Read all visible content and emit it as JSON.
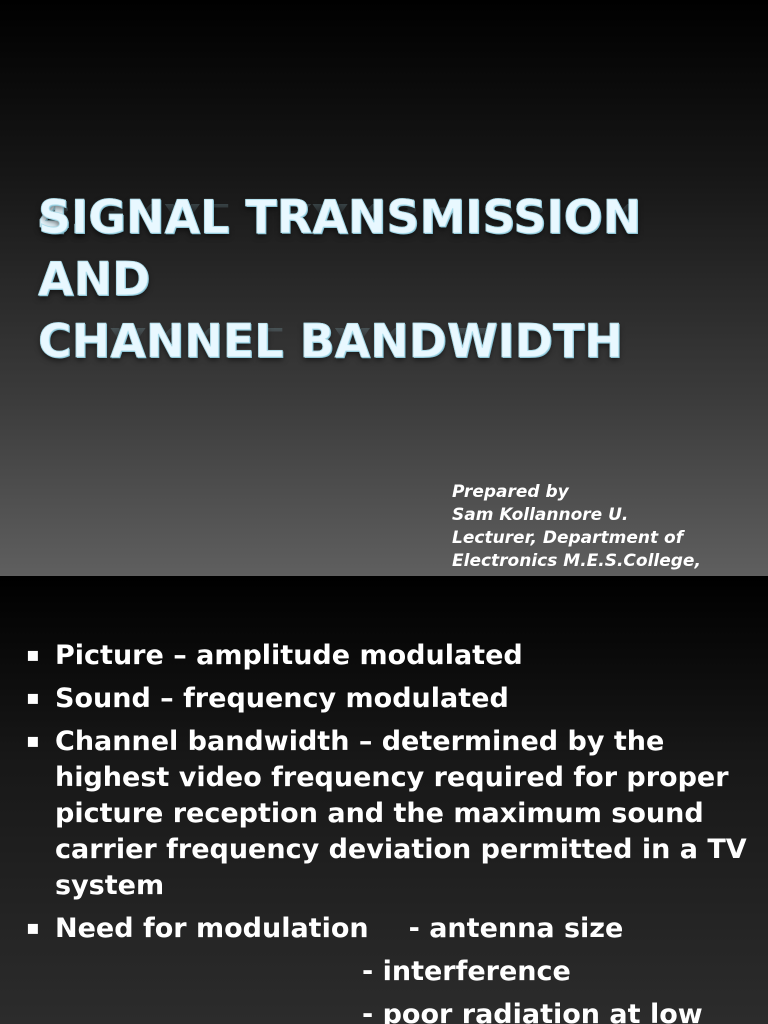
{
  "slide1": {
    "title_number": "4.",
    "title_lines": [
      "SIGNAL TRANSMISSION",
      "AND",
      "CHANNEL BANDWIDTH"
    ],
    "author_lines": [
      "Prepared by",
      "Sam Kollannore U.",
      "Lecturer, Department of",
      "Electronics M.E.S.College,"
    ],
    "title_color": "#c6ecf8"
  },
  "slide2": {
    "bullet_marker": "▪",
    "bullets": [
      {
        "text": "Picture – amplitude modulated"
      },
      {
        "text": "Sound – frequency modulated"
      },
      {
        "text": "Channel bandwidth – determined by the highest video frequency required for proper picture reception and the maximum sound carrier frequency deviation permitted in a TV system"
      },
      {
        "text_main": "Need for modulation",
        "text_first_reason": "- antenna size"
      }
    ],
    "sub_reasons": [
      "- interference",
      "- poor radiation at low"
    ]
  }
}
